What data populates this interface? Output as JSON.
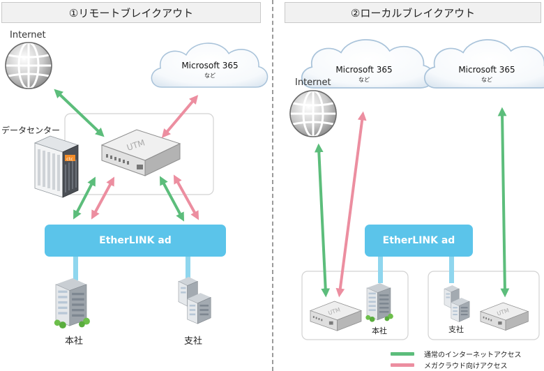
{
  "panels": {
    "left_title": "①リモートブレイクアウト",
    "right_title": "②ローカルブレイクアウト"
  },
  "left": {
    "internet_label": "Internet",
    "cloud_name": "Microsoft 365",
    "cloud_sub": "など",
    "datacenter_label": "データセンター",
    "datacenter_logo": "ctc",
    "utm_label": "UTM",
    "bar_label": "EtherLINK ad",
    "hq_label": "本社",
    "branch_label": "支社"
  },
  "right": {
    "internet_label": "Internet",
    "cloud1_name": "Microsoft 365",
    "cloud1_sub": "など",
    "cloud2_name": "Microsoft 365",
    "cloud2_sub": "など",
    "bar_label": "EtherLINK ad",
    "hq_utm_label": "UTM",
    "branch_utm_label": "UTM",
    "hq_label": "本社",
    "branch_label": "支社"
  },
  "legend": {
    "green_label": "通常のインターネットアクセス",
    "pink_label": "メガクラウド向けアクセス",
    "green_color": "#5cbd7b",
    "pink_color": "#ec8ea0"
  },
  "colors": {
    "bar": "#5bc4ea",
    "connector": "#8fd6ee"
  }
}
